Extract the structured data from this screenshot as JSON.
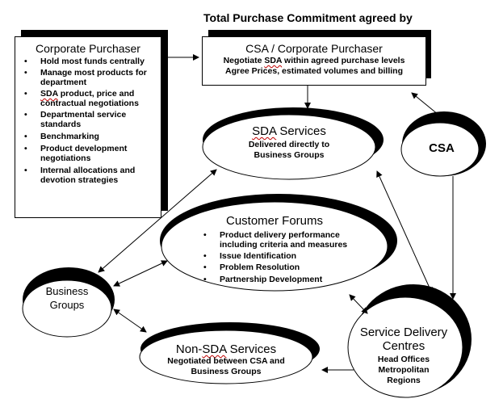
{
  "title": "Total Purchase Commitment agreed by",
  "corporate_purchaser": {
    "title": "Corporate Purchaser",
    "items": [
      "Hold most funds centrally",
      "Manage most products for department",
      "SDA product, price and contractual negotiations",
      "Departmental service standards",
      "Benchmarking",
      "Product development negotiations",
      "Internal allocations and devotion strategies"
    ]
  },
  "csa_corporate_purchaser": {
    "title": "CSA / Corporate Purchaser",
    "line1_pre": "Negotiate ",
    "line1_sda": "SDA",
    "line1_post": " within agreed purchase levels",
    "line2": "Agree Prices, estimated volumes and billing"
  },
  "sda_services": {
    "title": "SDA Services",
    "line1": "Delivered directly to",
    "line2": "Business Groups"
  },
  "csa": {
    "title": "CSA"
  },
  "customer_forums": {
    "title": "Customer Forums",
    "items": [
      "Product delivery performance including criteria and measures",
      "Issue Identification",
      "Problem Resolution",
      "Partnership Development"
    ]
  },
  "business_groups": {
    "line1": "Business",
    "line2": "Groups"
  },
  "non_sda_services": {
    "title_pre": "Non-",
    "title_sda": "SDA",
    "title_post": " Services",
    "line1": "Negotiated between CSA and",
    "line2": "Business Groups"
  },
  "service_delivery_centres": {
    "line1": "Service Delivery",
    "line2": "Centres",
    "sub1": "Head Offices",
    "sub2": "Metropolitan",
    "sub3": "Regions"
  }
}
